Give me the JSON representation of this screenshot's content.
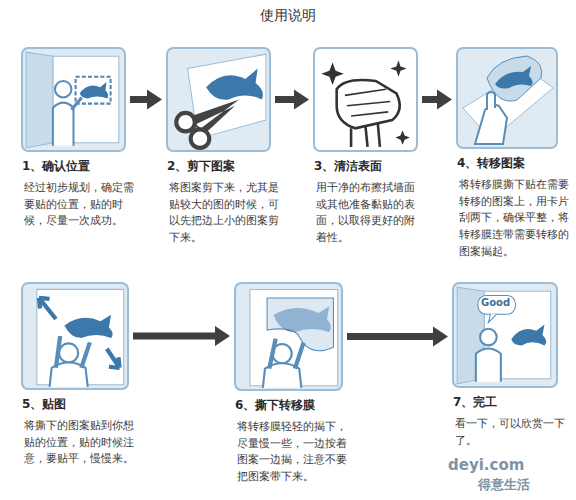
{
  "diagram": {
    "title": "使用说明",
    "nodes": [
      {
        "text": [
          "1、确认位置",
          "经过初步规划，确定需要贴的位置，贴的时候，尽量一次成功。"
        ]
      },
      {
        "text": [
          "2、剪下图案",
          "将图案剪下来，尤其是贴较大的图的时候，可以先把边上小的图案剪下来。"
        ]
      },
      {
        "text": [
          "3、清洁表面",
          "用干净的布擦拭墙面或其他准备黏贴的表面，以取得更好的附着性。"
        ]
      },
      {
        "text": [
          "4、转移图案",
          "将转移膜撕下贴在需要转移的图案上，用卡片刮两下，确保平整，将转移膜连带需要转移的图案揭起。"
        ]
      },
      {
        "text": [
          "5、贴图",
          "将撕下的图案贴到你想贴的位置，贴的时候注意，要贴平，慢慢来。"
        ]
      },
      {
        "text": [
          "6、撕下转移膜",
          "将转移膜轻轻的揭下，尽量慢一些，一边按着图案一边揭，注意不要把图案带下来。"
        ]
      },
      {
        "text": [
          "7、完工",
          "看一下，可以欣赏一下了。"
        ]
      }
    ],
    "edges": [
      {
        "from": 0,
        "to": 1,
        "arrow": "to"
      },
      {
        "from": 1,
        "to": 2,
        "arrow": "to"
      },
      {
        "from": 2,
        "to": 3,
        "arrow": "to"
      },
      {
        "from": 4,
        "to": 5,
        "arrow": "to"
      },
      {
        "from": 5,
        "to": 6,
        "arrow": "to"
      }
    ],
    "labels": [
      "Good",
      "deyi.com",
      "得意生活"
    ]
  }
}
